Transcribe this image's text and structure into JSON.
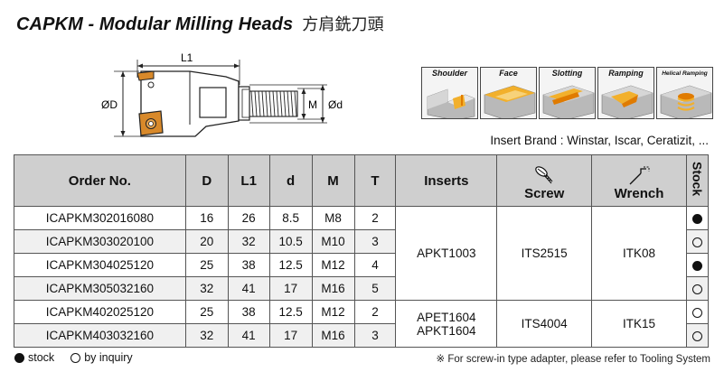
{
  "title": {
    "main": "CAPKM - Modular Milling Heads",
    "cjk": "方肩銑刀頭"
  },
  "drawing": {
    "labels": {
      "l1": "L1",
      "od": "ØD",
      "m": "M",
      "od_small": "Ød"
    },
    "colors": {
      "insert": "#d8892a",
      "body": "#ffffff",
      "line": "#222222"
    }
  },
  "operations": [
    {
      "label": "Shoulder",
      "icon": "shoulder-milling-icon"
    },
    {
      "label": "Face",
      "icon": "face-milling-icon"
    },
    {
      "label": "Slotting",
      "icon": "slotting-icon"
    },
    {
      "label": "Ramping",
      "icon": "ramping-icon"
    },
    {
      "label": "Helical Ramping",
      "icon": "helical-ramping-icon"
    }
  ],
  "brand_note": "Insert Brand : Winstar, Iscar, Ceratizit, ...",
  "table": {
    "headers": {
      "order_no": "Order No.",
      "d_big": "D",
      "l1": "L1",
      "d_small": "d",
      "m": "M",
      "t": "T",
      "inserts": "Inserts",
      "screw": "Screw",
      "wrench": "Wrench",
      "stock": "Stock"
    },
    "rows": [
      {
        "order_no": "ICAPKM302016080",
        "D": "16",
        "L1": "26",
        "d": "8.5",
        "M": "M8",
        "T": "2",
        "stock": true
      },
      {
        "order_no": "ICAPKM303020100",
        "D": "20",
        "L1": "32",
        "d": "10.5",
        "M": "M10",
        "T": "3",
        "stock": false
      },
      {
        "order_no": "ICAPKM304025120",
        "D": "25",
        "L1": "38",
        "d": "12.5",
        "M": "M12",
        "T": "4",
        "stock": true
      },
      {
        "order_no": "ICAPKM305032160",
        "D": "32",
        "L1": "41",
        "d": "17",
        "M": "M16",
        "T": "5",
        "stock": false
      },
      {
        "order_no": "ICAPKM402025120",
        "D": "25",
        "L1": "38",
        "d": "12.5",
        "M": "M12",
        "T": "2",
        "stock": false
      },
      {
        "order_no": "ICAPKM403032160",
        "D": "32",
        "L1": "41",
        "d": "17",
        "M": "M16",
        "T": "3",
        "stock": false
      }
    ],
    "groups": [
      {
        "inserts": [
          "APKT1003"
        ],
        "screw": "ITS2515",
        "wrench": "ITK08"
      },
      {
        "inserts": [
          "APET1604",
          "APKT1604"
        ],
        "screw": "ITS4004",
        "wrench": "ITK15"
      }
    ]
  },
  "legend": {
    "stock": "stock",
    "inquiry": "by inquiry"
  },
  "footnote": "※ For screw-in type adapter, please refer to Tooling System"
}
